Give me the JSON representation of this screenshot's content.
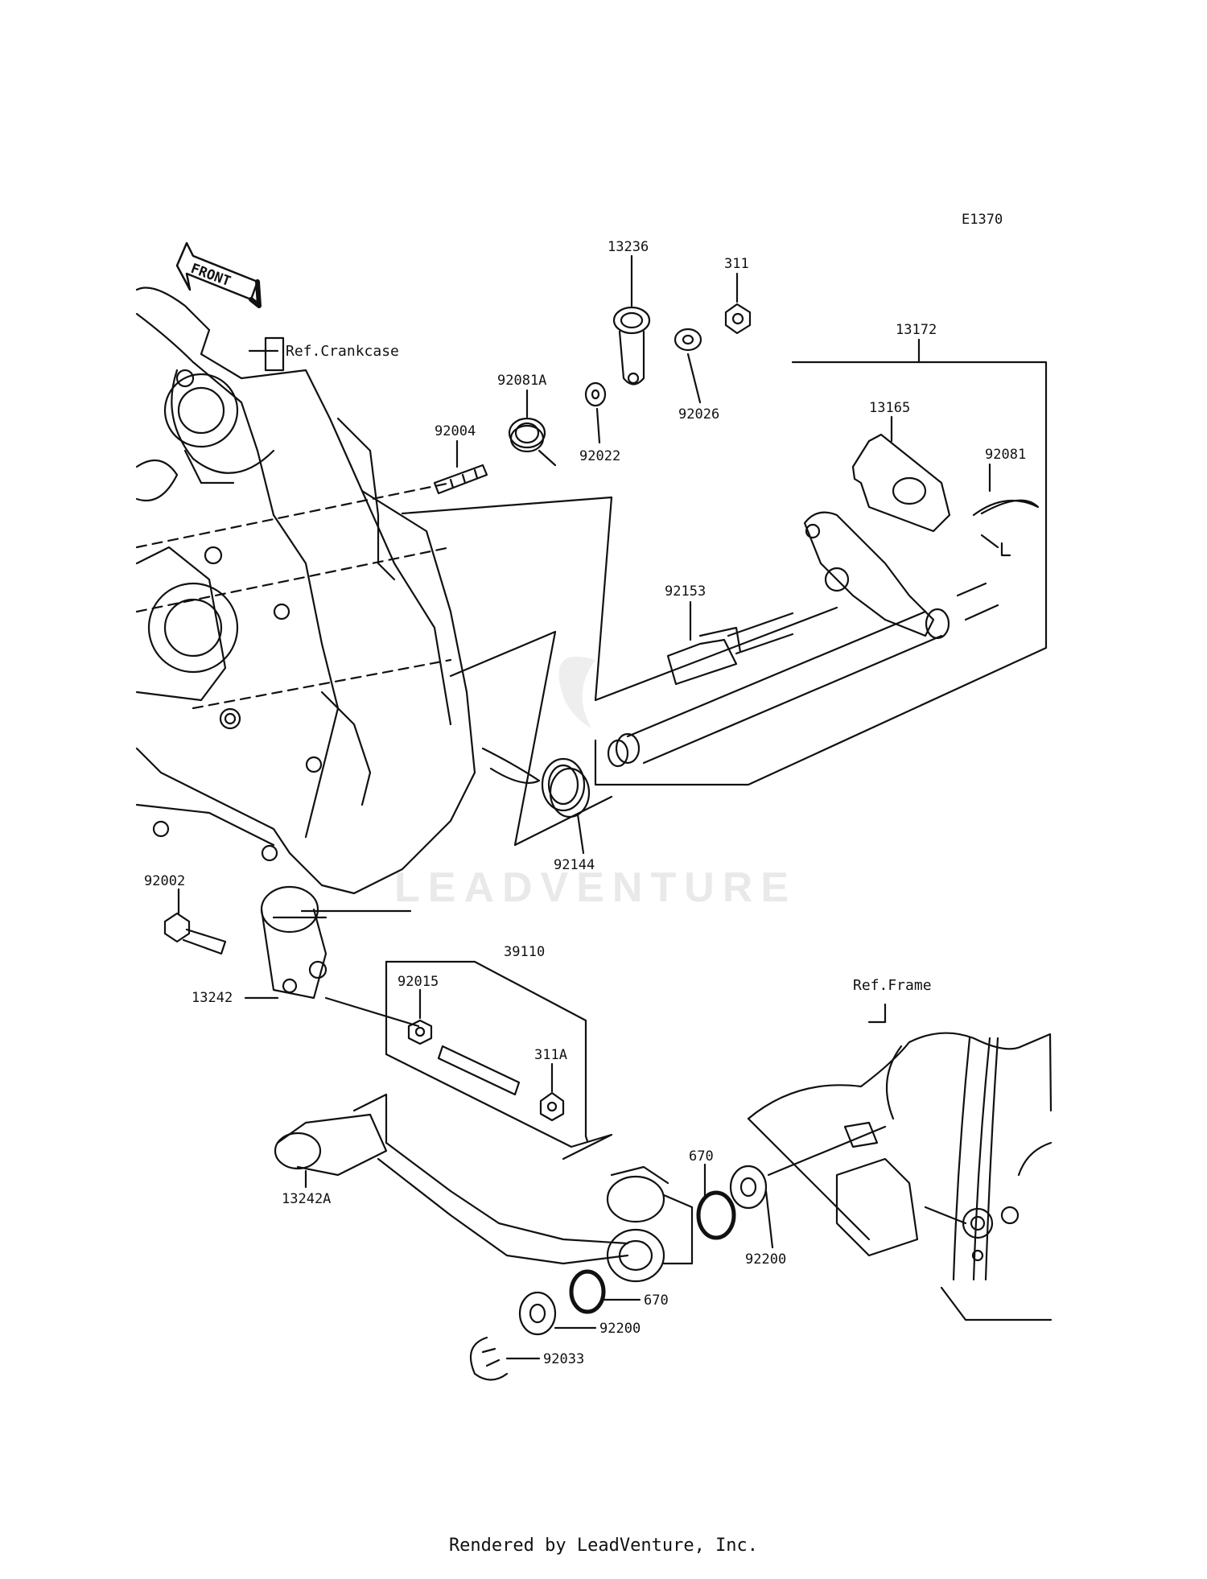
{
  "diagram_code": "E1370",
  "front_arrow_text": "FRONT",
  "references": {
    "crankcase": "Ref.Crankcase",
    "frame": "Ref.Frame"
  },
  "watermark": "LEADVENTURE",
  "parts": {
    "p13236": "13236",
    "p311": "311",
    "p13172": "13172",
    "p92081A": "92081A",
    "p92022": "92022",
    "p92026": "92026",
    "p92004": "92004",
    "p13165": "13165",
    "p92081": "92081",
    "p92153": "92153",
    "p92144": "92144",
    "p92002": "92002",
    "p39110": "39110",
    "p92015": "92015",
    "p13242": "13242",
    "p311A": "311A",
    "p670_upper": "670",
    "p13242A": "13242A",
    "p92200_right": "92200",
    "p670_lower": "670",
    "p92200_lower": "92200",
    "p92033": "92033"
  },
  "footer": "Rendered by LeadVenture, Inc."
}
